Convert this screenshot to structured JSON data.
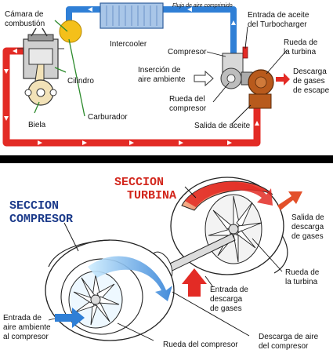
{
  "top": {
    "labels": {
      "camara": [
        "Cámara de",
        "combustión"
      ],
      "flujo": "Flujo de aire comprimido",
      "entrada_aceite": [
        "Entrada de aceite",
        "del Turbocharger"
      ],
      "intercooler": "Intercooler",
      "compresor": "Compresor",
      "rueda_turbina": [
        "Rueda de",
        "la turbina"
      ],
      "cilindro": "Cilindro",
      "insercion": [
        "Inserción de",
        "aire ambiente"
      ],
      "descarga_escape": [
        "Descarga",
        "de gases",
        "de escape"
      ],
      "rueda_compresor": [
        "Rueda del",
        "compresor"
      ],
      "carburador": "Carburador",
      "biela": "Biela",
      "salida_aceite": "Salida de aceite"
    }
  },
  "bottom": {
    "titles": {
      "compresor": [
        "SECCION",
        "COMPRESOR"
      ],
      "turbina": [
        "SECCION",
        "TURBINA"
      ]
    },
    "labels": {
      "salida_descarga": [
        "Salida de",
        "descarga",
        "de gases"
      ],
      "rueda_turbina": [
        "Rueda de",
        "la turbina"
      ],
      "entrada_descarga": [
        "Entrada de",
        "descarga",
        "de gases"
      ],
      "entrada_aire": [
        "Entrada de",
        "aire ambiente",
        "al compresor"
      ],
      "rueda_compresor": "Rueda del compresor",
      "descarga_aire": [
        "Descarga de aire",
        "del compresor"
      ]
    }
  },
  "colors": {
    "exhaust_red": "#e32b25",
    "intake_blue": "#2f7fd6",
    "intake_light": "#8ad0f0",
    "intercooler": "#a9c6e8",
    "carburetor": "#f4c01a",
    "turbine_rust": "#b85a1c",
    "divider": "#000000"
  }
}
